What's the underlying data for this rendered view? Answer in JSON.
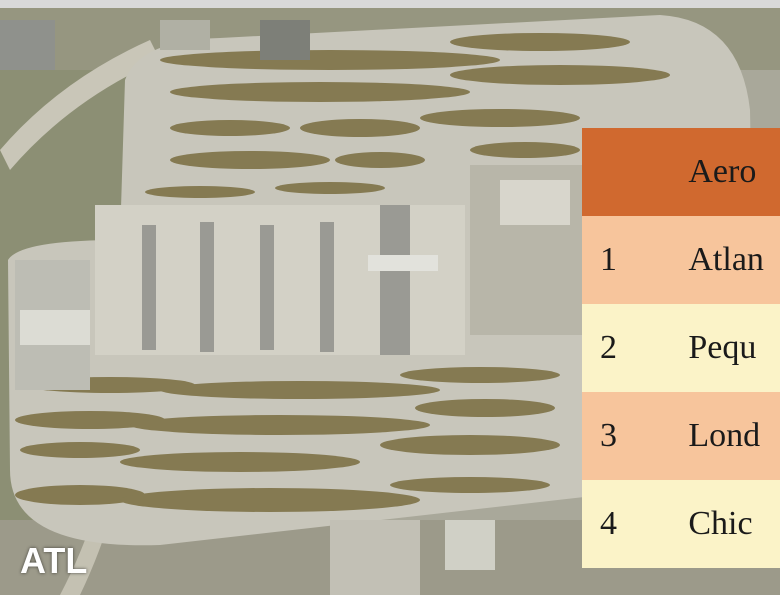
{
  "map": {
    "airport_label": "ATL"
  },
  "table": {
    "header": {
      "rank": "",
      "name": "Aero"
    },
    "rows": [
      {
        "rank": "1",
        "name": "Atlan"
      },
      {
        "rank": "2",
        "name": "Pequ"
      },
      {
        "rank": "3",
        "name": "Lond"
      },
      {
        "rank": "4",
        "name": "Chic"
      }
    ]
  },
  "colors": {
    "header_bg": "#d0692f",
    "row_odd_bg": "#f7c59c",
    "row_even_bg": "#fbf3c8"
  }
}
